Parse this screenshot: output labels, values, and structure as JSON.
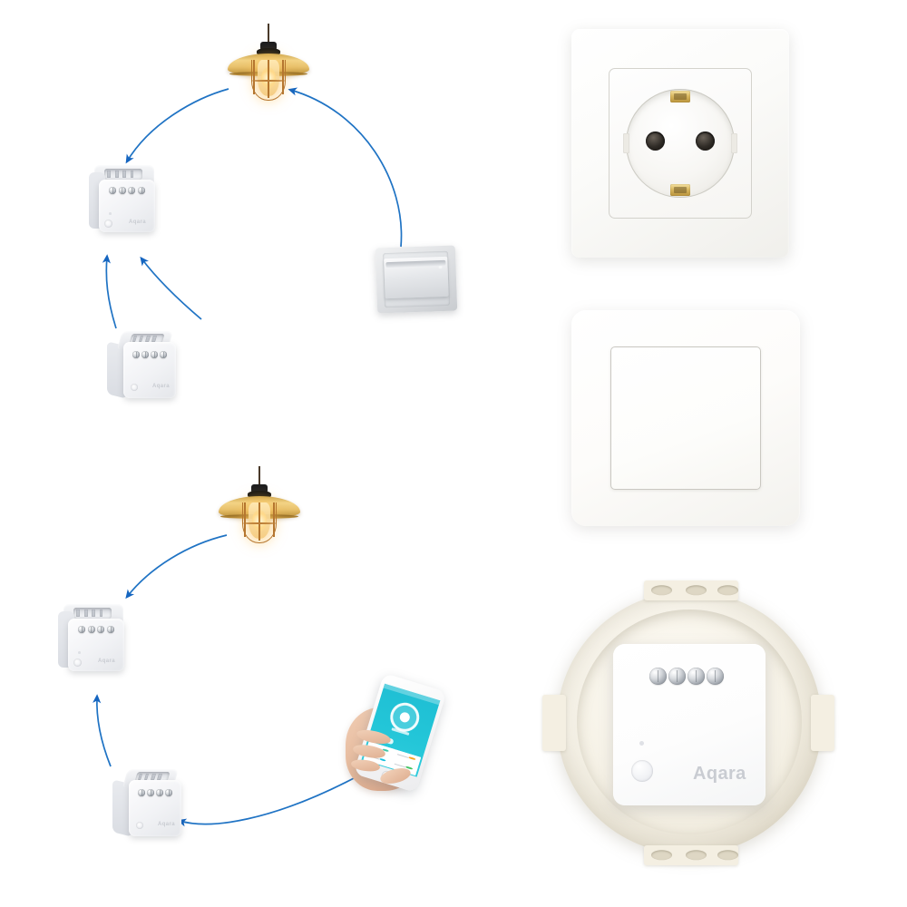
{
  "page": {
    "title": "Aqara Single Switch Module T1 — installation and control infographic",
    "background_color": "#ffffff",
    "accent_color": "#1565c0",
    "brand": "Aqara"
  },
  "diagrams": [
    {
      "id": "diagram-neutral-wiring",
      "name": "Top control-flow diagram: wall switch and relay module control a pendant lamp",
      "nodes": [
        {
          "id": "lamp-top",
          "name": "pendant-lamp",
          "label": "Industrial cage pendant lamp (on)"
        },
        {
          "id": "module-top-left",
          "name": "relay-module",
          "label": "Aqara relay module (terminals facing up)"
        },
        {
          "id": "module-bottom-left",
          "name": "relay-module",
          "label": "Aqara relay module (angled view)"
        },
        {
          "id": "wall-switch-grey",
          "name": "wall-switch",
          "label": "Grey rocker wall switch"
        }
      ],
      "arrows": [
        {
          "from": "lamp-top",
          "to": "module-top-left",
          "color": "#1565c0"
        },
        {
          "from": "wall-switch-grey",
          "to": "lamp-top",
          "color": "#1565c0"
        },
        {
          "from": "module-bottom-left",
          "to": "module-top-left",
          "color": "#1565c0"
        },
        {
          "from": "wall-switch-grey",
          "to": "module-top-left",
          "color": "#1565c0"
        }
      ]
    },
    {
      "id": "diagram-app-control",
      "name": "Bottom control-flow diagram: smartphone app and relay module control a pendant lamp",
      "nodes": [
        {
          "id": "lamp-bottom",
          "name": "pendant-lamp",
          "label": "Industrial cage pendant lamp (on)"
        },
        {
          "id": "module-mid-left",
          "name": "relay-module",
          "label": "Aqara relay module (terminals facing up)"
        },
        {
          "id": "module-low-left",
          "name": "relay-module",
          "label": "Aqara relay module (angled view)"
        },
        {
          "id": "smartphone",
          "name": "smartphone-app",
          "label": "Hand holding smartphone running the app"
        }
      ],
      "arrows": [
        {
          "from": "lamp-bottom",
          "to": "module-mid-left",
          "color": "#1565c0"
        },
        {
          "from": "module-low-left",
          "to": "module-mid-left",
          "color": "#1565c0"
        },
        {
          "from": "smartphone",
          "to": "module-low-left",
          "color": "#1565c0"
        }
      ]
    }
  ],
  "module": {
    "brand_logo": "Aqara",
    "terminal_count": 4,
    "parts": [
      "screw-terminal-block",
      "pairing-button",
      "status-led",
      "brand-logo"
    ]
  },
  "lamp": {
    "state": "on",
    "shade_color": "#e8c06a",
    "glow_color": "#ffc45c",
    "cage_color": "#b5762f",
    "cord_color": "#4a3a2a"
  },
  "products": [
    {
      "id": "product-schuko-socket",
      "name": "schuko-socket-photo",
      "label": "White Schuko (Type F) wall socket outlet",
      "pin_hole_count": 2,
      "earth_clip_count": 2,
      "earth_clip_color": "#d9b860",
      "body_color": "#fbfbf9"
    },
    {
      "id": "product-wall-switch",
      "name": "wall-switch-photo",
      "label": "White single rocker wall switch",
      "body_color": "#fdfcfa"
    },
    {
      "id": "product-backbox-module",
      "name": "backbox-module-photo",
      "label": "Aqara relay module installed inside a round wall back box",
      "backbox_color": "#f3efe4",
      "module_color": "#ffffff",
      "brand_logo": "Aqara",
      "terminal_count": 4
    }
  ],
  "phone": {
    "name": "smartphone-app",
    "screen_accent": "#23c6d8",
    "body_color": "#ffffff",
    "tile_count": 4,
    "tile_icon_colors": [
      "#f5a623",
      "#3ec6a6",
      "#19c2e0",
      "#43c463"
    ]
  }
}
